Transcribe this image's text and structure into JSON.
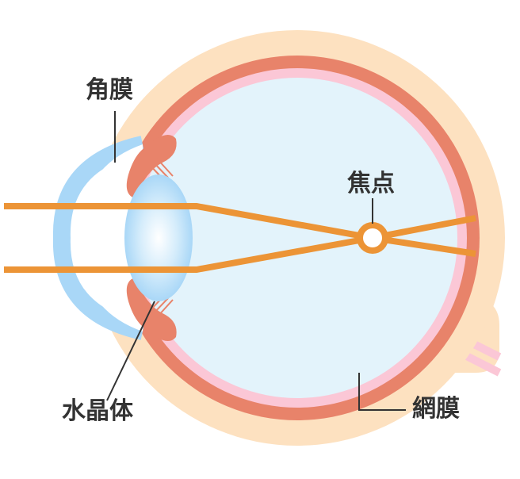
{
  "labels": {
    "cornea": "角膜",
    "focus": "焦点",
    "lens": "水晶体",
    "retina": "網膜"
  },
  "colors": {
    "sclera_outer": "#fde1c0",
    "choroid": "#e8836a",
    "retina_layer": "#fbc7d6",
    "vitreous": "#e3f3fb",
    "cornea": "#a9d7f7",
    "lens_edge": "#a9d7f7",
    "lens_center": "#ffffff",
    "light_ray": "#ec9436",
    "leader_line": "#333333",
    "text": "#333333"
  }
}
